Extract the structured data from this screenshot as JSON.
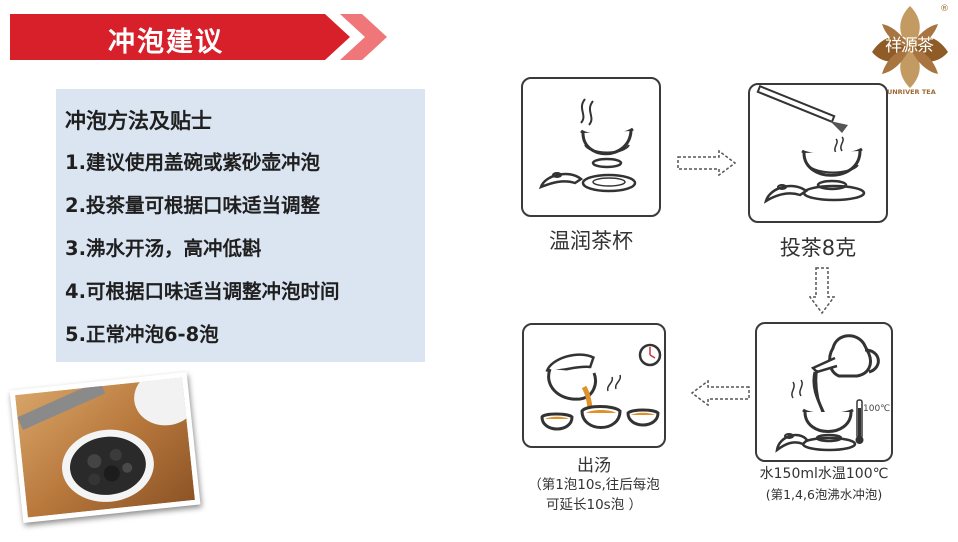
{
  "header": {
    "title": "冲泡建议",
    "colors": {
      "banner_red": "#d7202a",
      "banner_pink": "#ef7679"
    }
  },
  "logo": {
    "name": "祥源茶",
    "english": "SUNRIVER TEA",
    "registered": "®",
    "colors": {
      "brown": "#8f5b27",
      "gold": "#c49a63"
    }
  },
  "tips": {
    "title": "冲泡方法及贴士",
    "items": [
      "1.建议使用盖碗或紫砂壶冲泡",
      "2.投茶量可根据口味适当调整",
      "3.沸水开汤，高冲低斟",
      "4.可根据口味适当调整冲泡时间",
      "5.正常冲泡6-8泡"
    ],
    "background": "#dbe5f1"
  },
  "steps": {
    "warm_cups": {
      "label": "温润茶杯"
    },
    "add_tea": {
      "label": "投茶8克"
    },
    "pour_water": {
      "line1": "水150ml水温100℃",
      "line2": "(第1,4,6泡沸水冲泡)",
      "thermometer_label": "100℃"
    },
    "serve": {
      "label": "出汤",
      "note_line1": "（第1泡10s,往后每泡",
      "note_line2": "可延长10s泡 ）"
    }
  },
  "icons": {
    "photo": "tea-brewing-photo",
    "gaiwan": "gaiwan-icon",
    "scoop": "tea-scoop-icon",
    "kettle": "kettle-icon",
    "thermometer": "thermometer-icon",
    "clock": "clock-icon",
    "arrow": "outline-arrow-icon"
  }
}
